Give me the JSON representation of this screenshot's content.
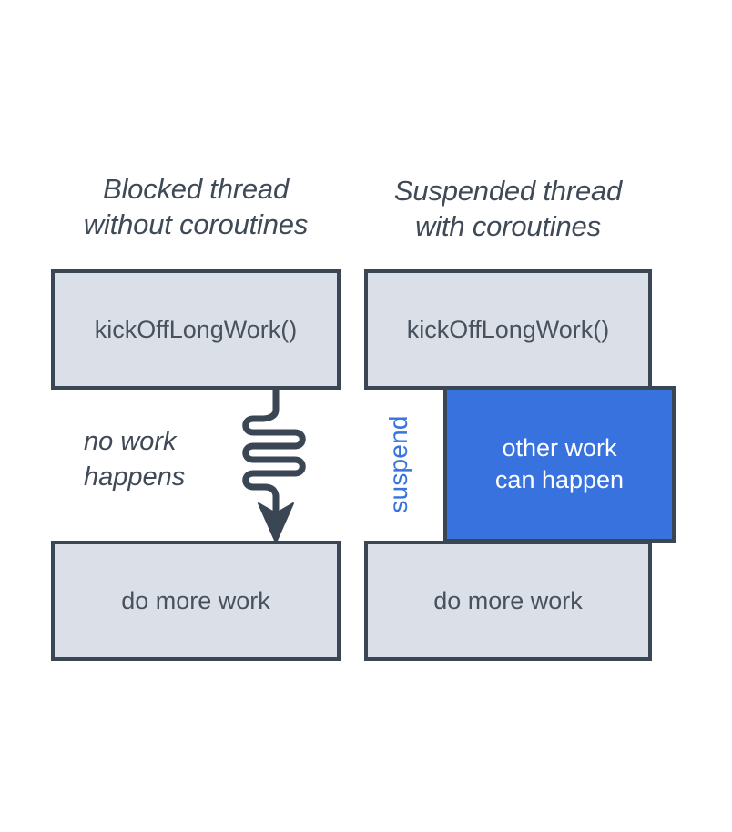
{
  "diagram": {
    "background_color": "#ffffff",
    "colors": {
      "box_fill": "#dbe0e8",
      "box_border": "#3a4654",
      "box_text": "#48525e",
      "title_text": "#3f4a56",
      "accent_blue": "#3772df",
      "blue_box_text": "#ffffff"
    },
    "columns": {
      "left": {
        "title": "Blocked thread\nwithout coroutines",
        "top_box_label": "kickOffLongWork()",
        "middle_label": "no work\nhappens",
        "bottom_box_label": "do more work",
        "connector_icon": "squiggly-down-arrow-icon"
      },
      "right": {
        "title": "Suspended thread\nwith coroutines",
        "top_box_label": "kickOffLongWork()",
        "suspend_label": "suspend",
        "other_work_box_label": "other work\ncan happen",
        "bottom_box_label": "do more work"
      }
    }
  }
}
